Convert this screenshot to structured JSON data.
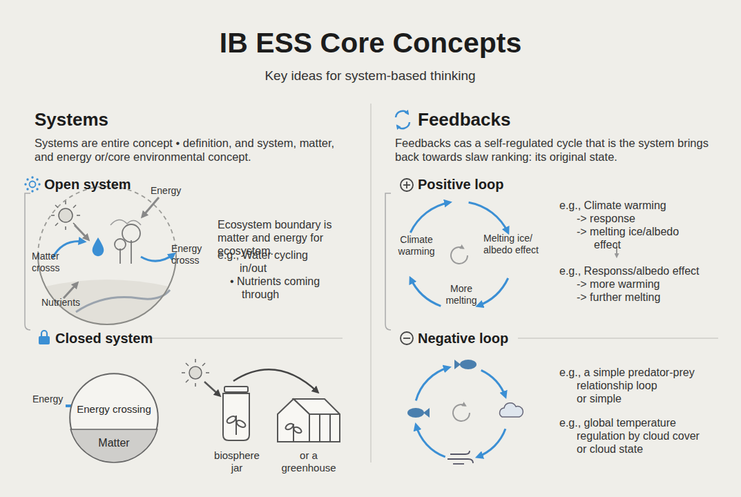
{
  "diagram": {
    "title": "IB ESS Core Concepts",
    "nodes": [
      {
        "text": [
          "Energy crossing"
        ]
      },
      {
        "text": [
          "Matter"
        ],
        "in": 0
      }
    ],
    "labels": [
      "Key ideas for system-based thinking",
      "Systems",
      "Systems are entire concept • definition, and system, matter, and energy or/core environmental concept.",
      "Feedbacks",
      "Feedbacks cas a self-regulated cycle that is the system brings back towards slaw ranking: its original state.",
      "Open system",
      "Energy",
      "Matter crosss",
      "Energy crosss",
      "Nutrients",
      "Ecosystem boundary is matter and energy for ecosystem.",
      "e.g., Water cycling",
      "in/out",
      "• Nutrients coming",
      "through",
      "Closed system",
      "Energy",
      "biosphere jar",
      "or a greenhouse",
      "Positive loop",
      "Climate warming",
      "Melting ice/ albedo effect",
      "More melting",
      "e.g., Climate warming",
      "-> response",
      "-> melting ice/albedo",
      "effect",
      "e.g., Responss/albedo effect",
      "-> more warming",
      "-> further melting",
      "Negative loop",
      "e.g., a simple predator-prey",
      "relationship loop",
      "or simple",
      "e.g., global temperature",
      "regulation by cloud cover",
      "or cloud state"
    ]
  }
}
